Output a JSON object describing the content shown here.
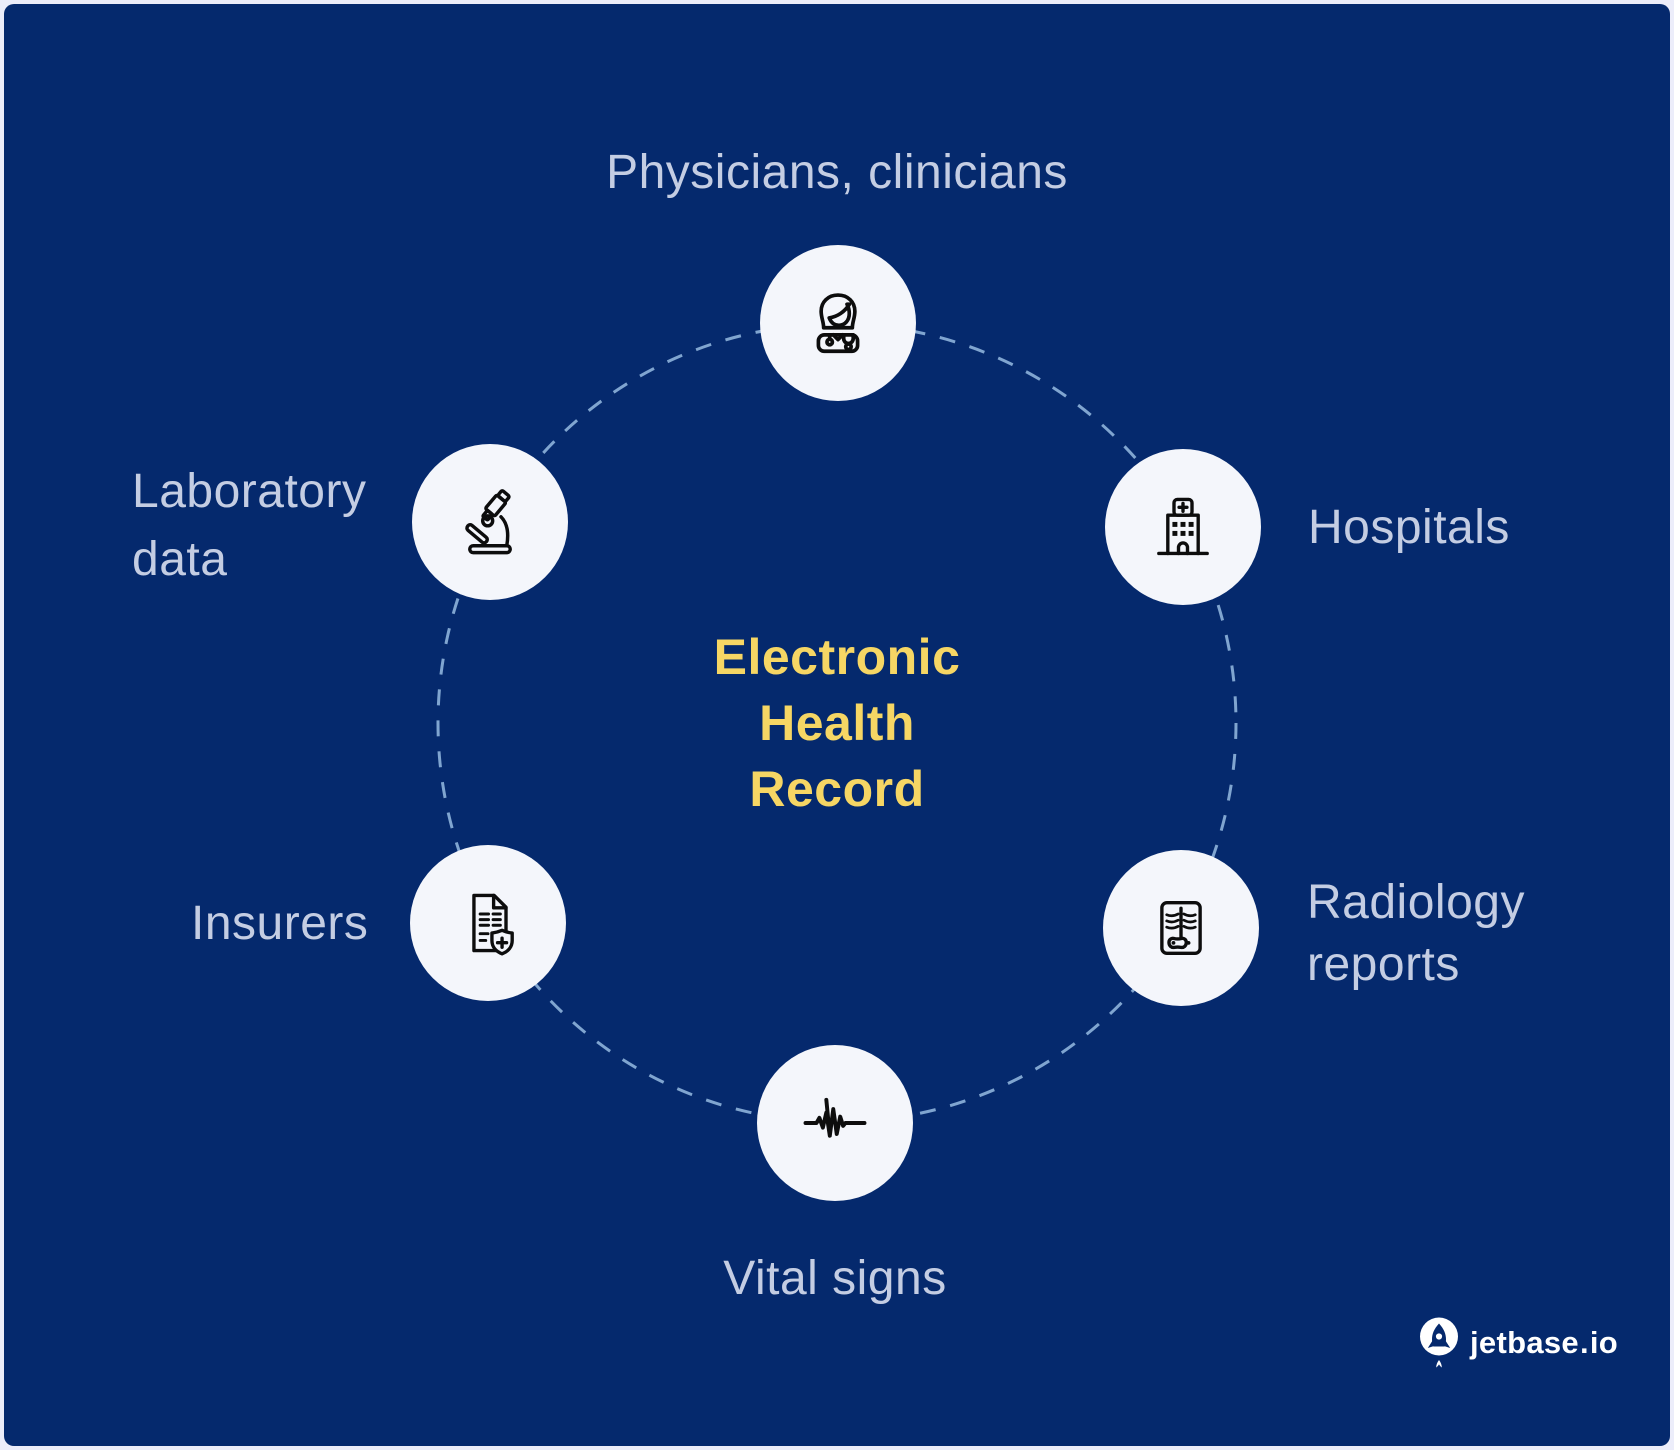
{
  "title_block": {
    "lines": [
      "Electronic",
      "Health",
      "Record"
    ]
  },
  "nodes": {
    "physicians": {
      "label": "Physicians, clinicians",
      "icon": "doctor-icon"
    },
    "hospitals": {
      "label": "Hospitals",
      "icon": "hospital-icon"
    },
    "radiology": {
      "line1": "Radiology",
      "line2": "reports",
      "icon": "xray-icon"
    },
    "vital": {
      "label": "Vital signs",
      "icon": "waveform-icon"
    },
    "insurers": {
      "label": "Insurers",
      "icon": "insurance-document-icon"
    },
    "laboratory": {
      "line1": "Laboratory",
      "line2": "data",
      "icon": "microscope-icon"
    }
  },
  "logo": {
    "brand": "jetbase",
    "dot": ".",
    "tld": "io",
    "icon": "rocket-icon"
  },
  "colors": {
    "bg": "#05296d",
    "frame": "#ecedfa",
    "node": "#f4f6fb",
    "label": "#c4cde3",
    "accent": "#f6d664",
    "ring": "#8eb2da",
    "icon": "#0d0d0d",
    "logo-text": "#ffffff"
  }
}
